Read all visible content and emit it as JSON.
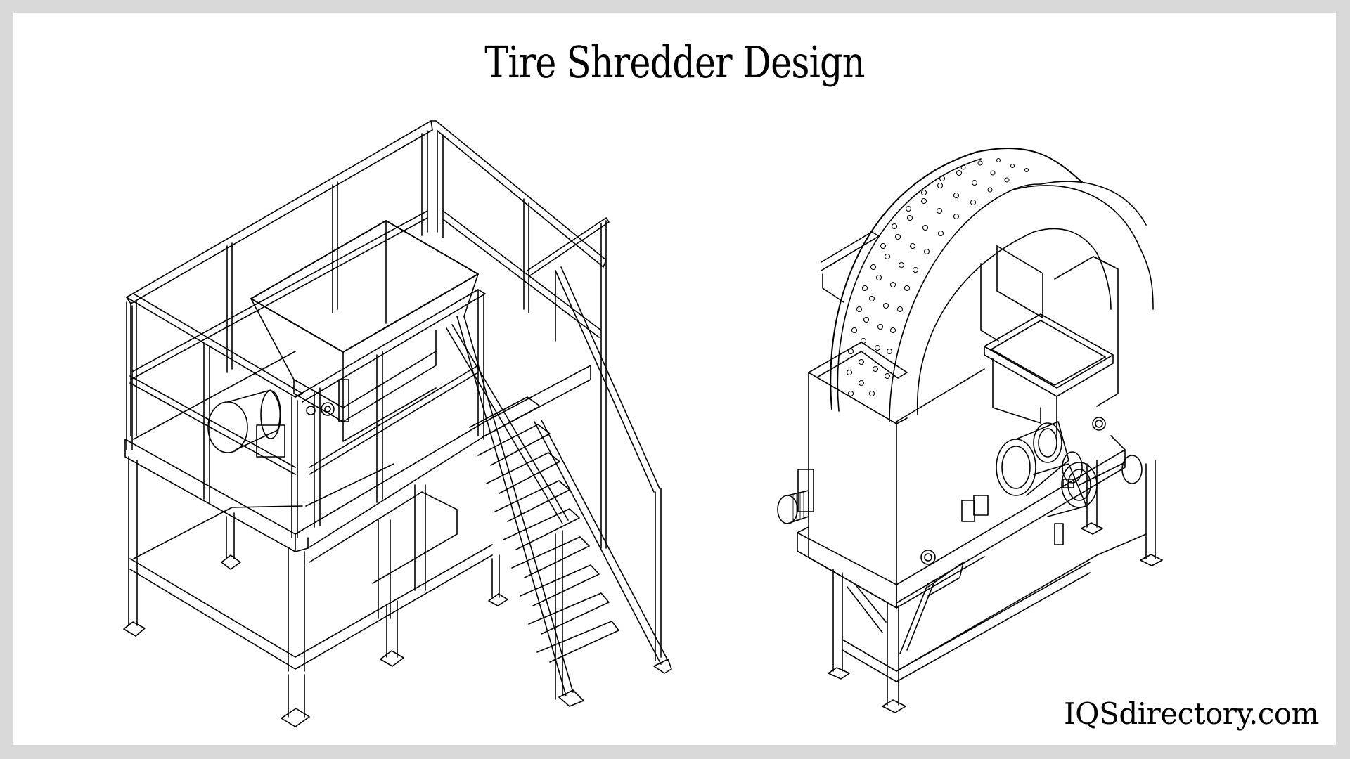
{
  "diagram": {
    "title": "Tire Shredder Design",
    "watermark": "IQSdirectory.com",
    "style": {
      "background": "#ffffff",
      "border": "#d9d9d9",
      "line": "#000000"
    },
    "illustrations": [
      {
        "name": "elevated-shredder-with-platform-and-stairs",
        "position": "left"
      },
      {
        "name": "perforated-drum-shredder-on-stand",
        "position": "right"
      }
    ]
  }
}
